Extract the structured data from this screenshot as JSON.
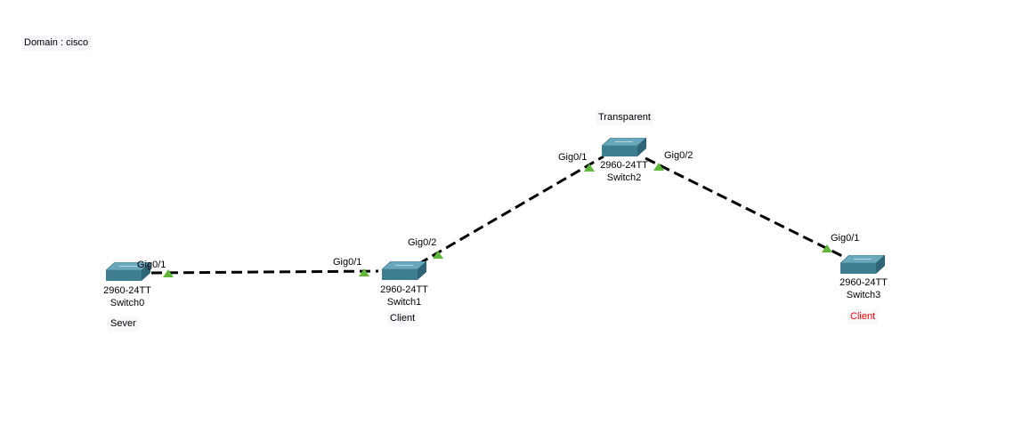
{
  "domain_note": "Domain : cisco",
  "colors": {
    "link": "#000000",
    "port_up": "#5fb83a",
    "switch_top": "#6aa9bd",
    "switch_side": "#3f7d91",
    "switch_front": "#2f6677",
    "note_bg": "#f7f8fc",
    "client3_label": "#ff0000"
  },
  "devices": [
    {
      "id": "switch0",
      "icon": "switch-icon",
      "model": "2960-24TT",
      "name": "Switch0",
      "role": "Sever"
    },
    {
      "id": "switch1",
      "icon": "switch-icon",
      "model": "2960-24TT",
      "name": "Switch1",
      "role": "Client"
    },
    {
      "id": "switch2",
      "icon": "switch-icon",
      "model": "2960-24TT",
      "name": "Switch2",
      "role": "Transparent"
    },
    {
      "id": "switch3",
      "icon": "switch-icon",
      "model": "2960-24TT",
      "name": "Switch3",
      "role": "Client"
    }
  ],
  "links": [
    {
      "from": "switch0",
      "from_port": "Gig0/1",
      "to": "switch1",
      "to_port": "Gig0/1",
      "status": "up"
    },
    {
      "from": "switch1",
      "from_port": "Gig0/2",
      "to": "switch2",
      "to_port": "Gig0/1",
      "status": "up"
    },
    {
      "from": "switch2",
      "from_port": "Gig0/2",
      "to": "switch3",
      "to_port": "Gig0/1",
      "status": "up"
    }
  ]
}
